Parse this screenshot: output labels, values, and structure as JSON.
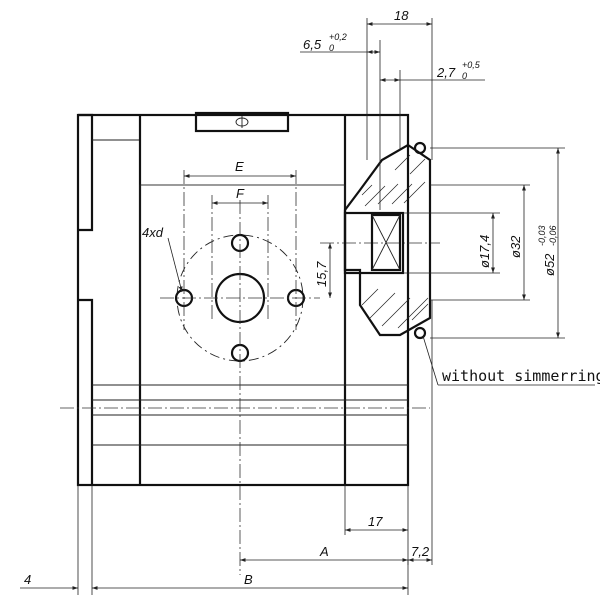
{
  "dimensions": {
    "top_width": "18",
    "recess_depth": "6,5",
    "recess_depth_tol_upper": "+0,2",
    "recess_depth_tol_lower": "0",
    "groove_depth": "2,7",
    "groove_depth_tol_upper": "+0,5",
    "groove_depth_tol_lower": "0",
    "shaft_dia": "ø17,4",
    "hub_dia": "ø32",
    "pilot_dia": "ø52",
    "pilot_dia_tol_upper": "-0,03",
    "pilot_dia_tol_lower": "-0,06",
    "center_height": "15,7",
    "hole_pattern": "4xd",
    "spacing_e": "E",
    "spacing_f": "F",
    "dim_17": "17",
    "dim_a": "A",
    "dim_7_2": "7,2",
    "dim_4": "4",
    "dim_b": "B"
  },
  "annotations": {
    "seal_note": "without simmerring"
  }
}
